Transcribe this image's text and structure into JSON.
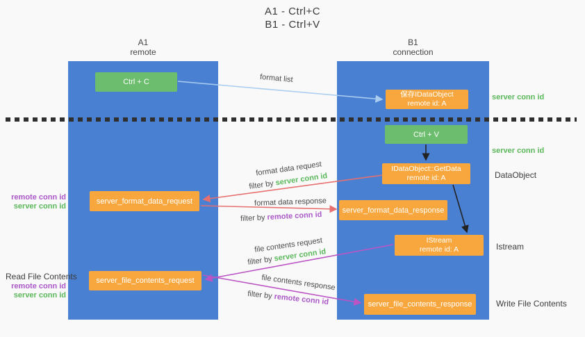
{
  "title": {
    "line1": "A1 - Ctrl+C",
    "line2": "B1 - Ctrl+V"
  },
  "lifelines": {
    "a1": {
      "name": "A1",
      "role": "remote"
    },
    "b1": {
      "name": "B1",
      "role": "connection"
    }
  },
  "boxes": {
    "ctrl_c": {
      "label": "Ctrl + C"
    },
    "ctrl_v": {
      "label": "Ctrl + V"
    },
    "save_idataobject": {
      "line1": "保存IDataObject",
      "line2": "remote id: A"
    },
    "getdata": {
      "line1": "IDataObject::GetData",
      "line2": "remote id: A"
    },
    "istream": {
      "line1": "IStream",
      "line2": "remote id: A"
    },
    "server_format_data_request": {
      "label": "server_format_data_request"
    },
    "server_format_data_response": {
      "label": "server_format_data_response"
    },
    "server_file_contents_request": {
      "label": "server_file_contents_request"
    },
    "server_file_contents_response": {
      "label": "server_file_contents_response"
    }
  },
  "arrow_labels": {
    "format_list": "format list",
    "format_data_request": {
      "text": "format data request",
      "filter_prefix": "filter by",
      "filter_value": "server conn id"
    },
    "format_data_response": {
      "text": "format data response",
      "filter_prefix": "filter by",
      "filter_value": "remote conn id"
    },
    "file_contents_request": {
      "text": "file contents request",
      "filter_prefix": "filter by",
      "filter_value": "server conn id"
    },
    "file_contents_response": {
      "text": "file contents response",
      "filter_prefix": "filter by",
      "filter_value": "remote conn id"
    }
  },
  "side_labels": {
    "right_server_conn_id_top": "server conn id",
    "right_server_conn_id_mid": "server conn id",
    "right_dataobject": "DataObject",
    "right_istream": "Istream",
    "right_write_file_contents": "Write File Contents",
    "left_remote_conn_id_top": "remote conn id",
    "left_server_conn_id_top": "server conn id",
    "left_read_file_contents": "Read File Contents",
    "left_remote_conn_id_bottom": "remote conn id",
    "left_server_conn_id_bottom": "server conn id"
  },
  "colors": {
    "column_blue": "#4a80d2",
    "box_green": "#6cbe6e",
    "box_orange": "#f8a73e",
    "label_green": "#5cb85c",
    "label_purple": "#ab58c8",
    "arrow_red": "#e76f6f",
    "arrow_magenta": "#bb55c4",
    "arrow_lightblue": "#aacdf0",
    "arrow_black": "#222222",
    "background": "#f9f9f9"
  }
}
